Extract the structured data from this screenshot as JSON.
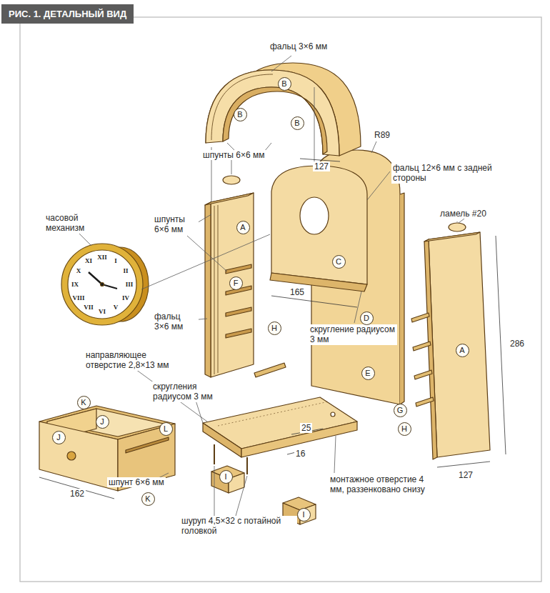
{
  "diagram": {
    "title": "РИС. 1. ДЕТАЛЬНЫЙ ВИД",
    "nodes": [
      {
        "text": [
          "B"
        ]
      },
      {
        "text": [
          "B"
        ]
      },
      {
        "text": [
          "B"
        ]
      },
      {
        "text": [
          "A"
        ]
      },
      {
        "text": [
          "C"
        ]
      },
      {
        "text": [
          "F"
        ]
      },
      {
        "text": [
          "D"
        ]
      },
      {
        "text": [
          "H"
        ]
      },
      {
        "text": [
          "A"
        ]
      },
      {
        "text": [
          "E"
        ]
      },
      {
        "text": [
          "K"
        ]
      },
      {
        "text": [
          "G"
        ]
      },
      {
        "text": [
          "H"
        ]
      },
      {
        "text": [
          "J"
        ]
      },
      {
        "text": [
          "L"
        ]
      },
      {
        "text": [
          "J"
        ]
      },
      {
        "text": [
          "I"
        ]
      },
      {
        "text": [
          "K"
        ]
      },
      {
        "text": [
          "I"
        ]
      }
    ],
    "labels": [
      "фальц 3×6 мм",
      "шпунты 6×6 мм",
      "127",
      "R89",
      "фальц 12×6 мм с задней стороны",
      "ламель #20",
      "часовой механизм",
      "шпунты 6×6 мм",
      "фальц 3×6 мм",
      "165",
      "скругление радиусом 3 мм",
      "286",
      "127",
      "направляющее отверстие 2,8×13 мм",
      "скругления радиусом 3 мм",
      "25",
      "16",
      "162",
      "шпунт 6×6 мм",
      "монтажное отверстие 4 мм, раззенковано снизу",
      "шуруп 4,5×32 с потайной головкой",
      "XII",
      "I",
      "II",
      "III",
      "IV",
      "V",
      "VI",
      "VII",
      "VIII",
      "IX",
      "X",
      "XI"
    ]
  }
}
